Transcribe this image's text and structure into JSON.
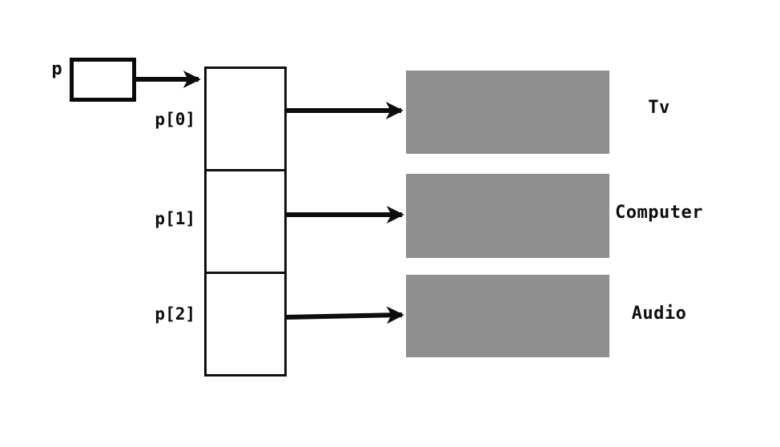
{
  "diagram": {
    "description": "Array of pointers diagram: pointer p references an array of three pointers, each pointing to an object",
    "pointer": {
      "label": "p"
    },
    "array_cells": [
      {
        "label": "p[0]",
        "target": "Tv"
      },
      {
        "label": "p[1]",
        "target": "Computer"
      },
      {
        "label": "p[2]",
        "target": "Audio"
      }
    ],
    "colors": {
      "background": "#ffffff",
      "line": "#0d0d0d",
      "target_box_fill": "#8f8f8f"
    }
  }
}
